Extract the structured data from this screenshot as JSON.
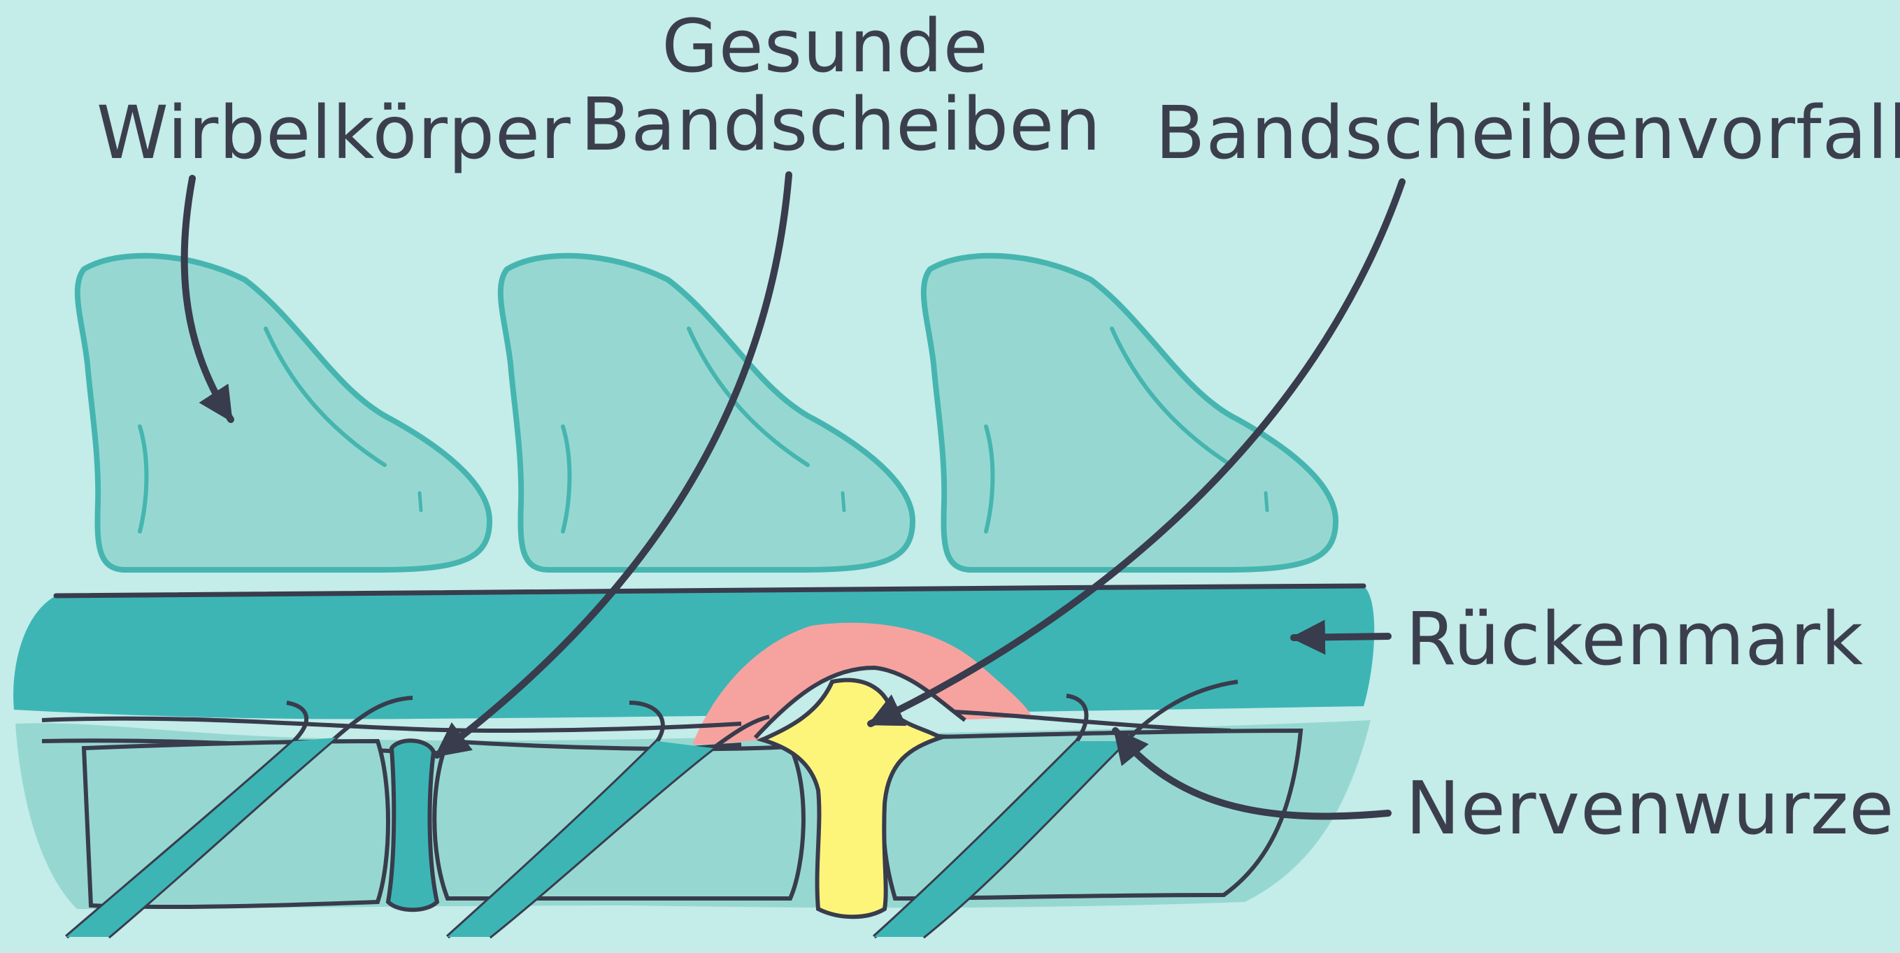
{
  "labels": {
    "vertebral_body": "Wirbelkörper",
    "healthy_discs_line1": "Gesunde",
    "healthy_discs_line2": "Bandscheiben",
    "disc_herniation": "Bandscheibenvorfall",
    "spinal_cord": "Rückenmark",
    "nerve_root": "Nervenwurzel"
  },
  "colors": {
    "background": "#c4ece9",
    "bone_fill": "#96d8d1",
    "bone_outline": "#46b5b0",
    "spinal_cord": "#3db5b5",
    "healthy_disc": "#3db5b5",
    "herniated_disc": "#fdf57a",
    "inflammation": "#f6a3a0",
    "lines": "#383c4c"
  }
}
